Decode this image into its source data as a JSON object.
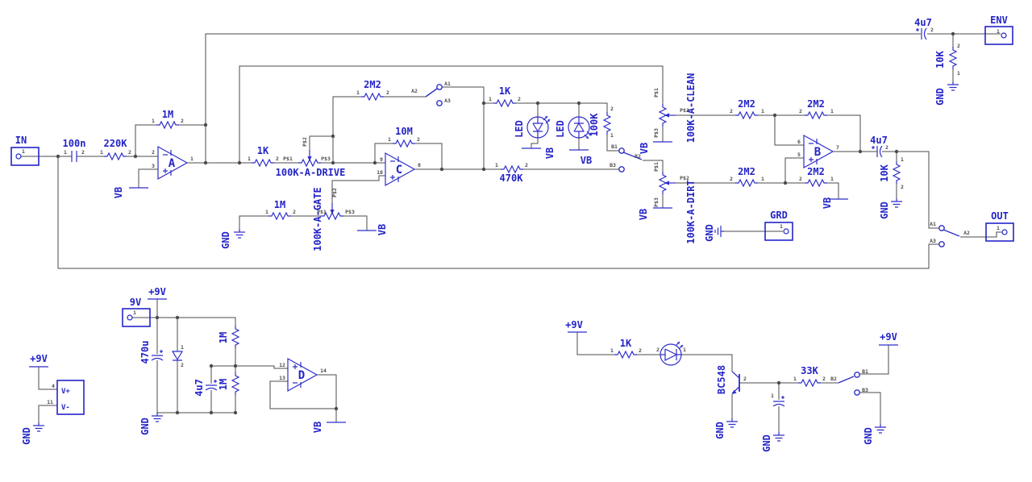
{
  "app": {
    "type": "circuit-schematic"
  },
  "colors": {
    "component_blue": "#2e2ec9",
    "wire_gray": "#4b4b4b",
    "background": "#ffffff"
  },
  "ports": {
    "in": "IN",
    "env": "ENV",
    "out": "OUT",
    "grd": "GRD",
    "batt": "9V"
  },
  "nets": {
    "vb": "VB",
    "gnd": "GND",
    "p9v": "+9V"
  },
  "opamps": {
    "a": "A",
    "b": "B",
    "c": "C",
    "d": "D"
  },
  "values": {
    "c100n": "100n",
    "r220k": "220K",
    "r1m": "1M",
    "r1k": "1K",
    "r2m2": "2M2",
    "r10m": "10M",
    "r470k": "470K",
    "r100k": "100K",
    "r10k": "10K",
    "r33k": "33K",
    "c470u": "470u",
    "c4u7": "4u7",
    "led": "LED",
    "q1": "BC548"
  },
  "pots": {
    "drive": "100K-A-DRIVE",
    "gate": "100K-A-GATE",
    "clean": "100K-A-CLEAN",
    "dirt": "100K-A-DIRT"
  },
  "switches": {
    "a1": "A1",
    "a2": "A2",
    "a3": "A3",
    "b1": "B1",
    "b2": "B2",
    "b3": "B3"
  },
  "pins": {
    "n1": "1",
    "n2": "2",
    "n3": "3",
    "n4": "4",
    "n5": "5",
    "n6": "6",
    "n7": "7",
    "n8": "8",
    "n9": "9",
    "n10": "10",
    "n11": "11",
    "n12": "12",
    "n13": "13",
    "n14": "14",
    "ps1": "P$1",
    "ps2": "P$2",
    "ps3": "P$3"
  },
  "power_block": {
    "vplus": "V+",
    "vminus": "V-"
  }
}
